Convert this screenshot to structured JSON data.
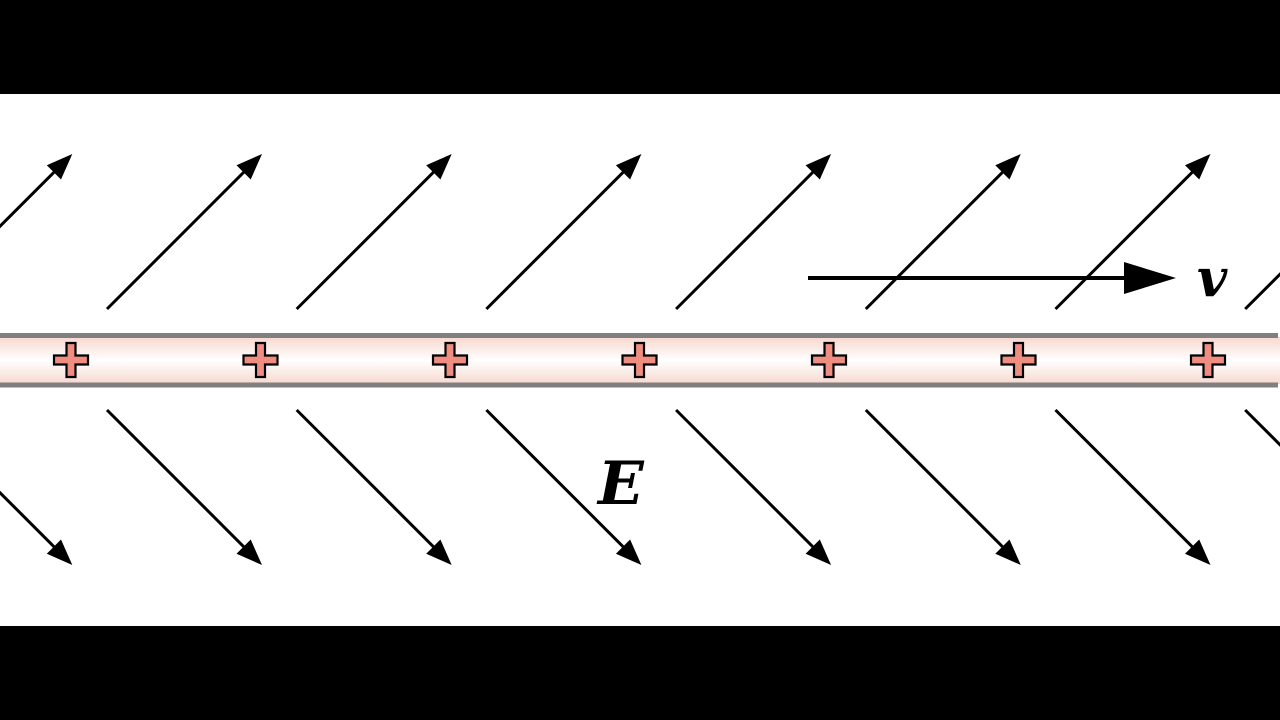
{
  "labels": {
    "field": "E",
    "velocity": "v"
  },
  "charge": {
    "sign": "+",
    "count": 7
  },
  "colors": {
    "letterbox": "#000000",
    "background": "#ffffff",
    "arrow": "#000000",
    "rod_border": "#808080",
    "rod_fill_center": "#ffffff",
    "rod_fill_edge": "#f7d8cf",
    "charge_fill": "#ef8e80",
    "charge_stroke": "#000000"
  }
}
